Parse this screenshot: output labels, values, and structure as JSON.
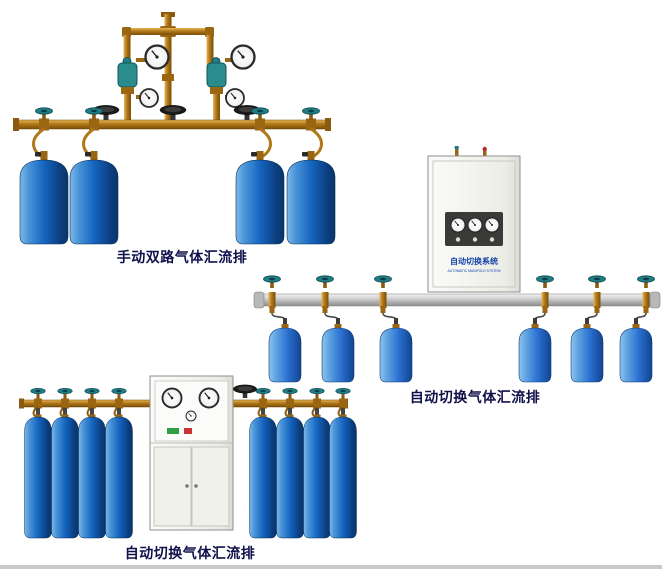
{
  "figures": [
    {
      "id": "manual-dual-manifold",
      "caption": "手动双路气体汇流排"
    },
    {
      "id": "auto-switch-manifold-a",
      "caption": "自动切换气体汇流排",
      "cabinet_label": "自动切换系统",
      "cabinet_sublabel": "AUTOMATIC MANIFOLD SYSTEM"
    },
    {
      "id": "auto-switch-manifold-b",
      "caption": "自动切换气体汇流排"
    }
  ],
  "colors": {
    "cylinder_blue": "#1565c0",
    "cylinder_blue_light": "#2a6fd0",
    "brass": "#b07818",
    "valve_teal": "#1f7d86",
    "aluminum_rail": "#c8c8c8",
    "cabinet_white": "#f4f4f0",
    "caption_text": "#10104a",
    "cabinet_label_blue": "#1544a8"
  }
}
